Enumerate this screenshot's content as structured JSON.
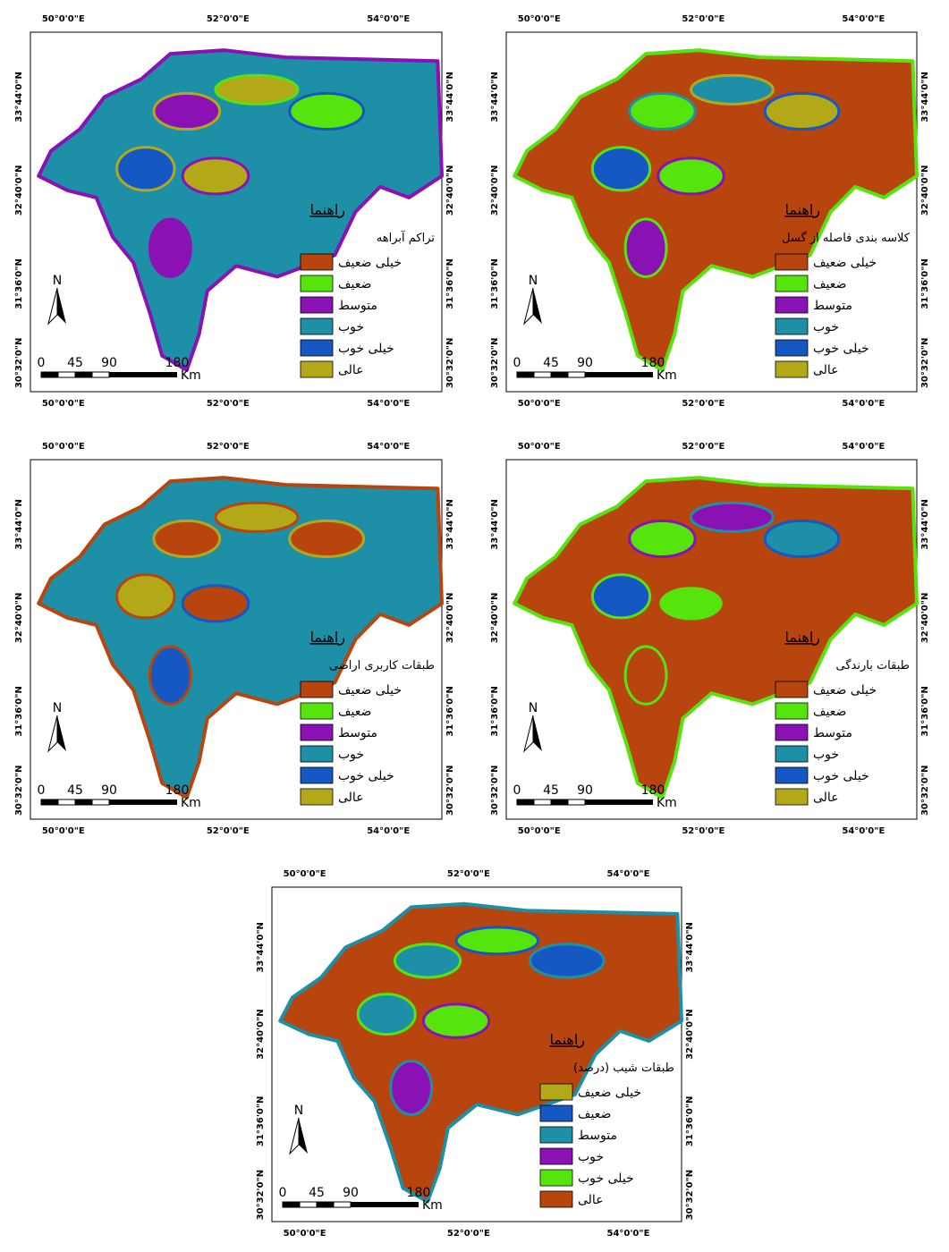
{
  "colors": {
    "very_weak": "#b8440e",
    "weak": "#56e40d",
    "medium": "#8a12b5",
    "good": "#1d8fa6",
    "very_good": "#1558c4",
    "excellent": "#b3a918"
  },
  "scale_bar": {
    "ticks": [
      "0",
      "45",
      "90",
      "180"
    ],
    "unit": "Km"
  },
  "north_label": "N",
  "maps": [
    {
      "id": "drainage-density",
      "legend_heading": "راهنما",
      "legend_title": "تراکم آبراهه",
      "classes": [
        {
          "label": "خیلی ضعیف",
          "color": "#b8440e"
        },
        {
          "label": "ضعیف",
          "color": "#56e40d"
        },
        {
          "label": "متوسط",
          "color": "#8a12b5"
        },
        {
          "label": "خوب",
          "color": "#1d8fa6"
        },
        {
          "label": "خیلی خوب",
          "color": "#1558c4"
        },
        {
          "label": "عالی",
          "color": "#b3a918"
        }
      ],
      "fill": "#1d8fa6",
      "patches": [
        "#8a12b5",
        "#b3a918",
        "#56e40d",
        "#1558c4",
        "#b3a918",
        "#8a12b5"
      ],
      "x_labels": [
        "50°0'0\"E",
        "52°0'0\"E",
        "54°0'0\"E"
      ],
      "y_labels": [
        "33°44'0\"N",
        "32°40'0\"N",
        "31°36'0\"N",
        "30°32'0\"N"
      ]
    },
    {
      "id": "fault-distance",
      "legend_heading": "راهنما",
      "legend_title": "کلاسه بندی فاصله از گسل",
      "classes": [
        {
          "label": "خیلی ضعیف",
          "color": "#b8440e"
        },
        {
          "label": "ضعیف",
          "color": "#56e40d"
        },
        {
          "label": "متوسط",
          "color": "#8a12b5"
        },
        {
          "label": "خوب",
          "color": "#1d8fa6"
        },
        {
          "label": "خیلی خوب",
          "color": "#1558c4"
        },
        {
          "label": "عالی",
          "color": "#b3a918"
        }
      ],
      "fill": "#b8440e",
      "patches": [
        "#56e40d",
        "#1d8fa6",
        "#b3a918",
        "#1558c4",
        "#56e40d",
        "#8a12b5"
      ],
      "x_labels": [
        "50°0'0\"E",
        "52°0'0\"E",
        "54°0'0\"E"
      ],
      "y_labels": [
        "33°44'0\"N",
        "32°40'0\"N",
        "31°36'0\"N",
        "30°32'0\"N"
      ]
    },
    {
      "id": "land-use",
      "legend_heading": "راهنما",
      "legend_title": "طبقات کاربری اراضی",
      "classes": [
        {
          "label": "خیلی ضعیف",
          "color": "#b8440e"
        },
        {
          "label": "ضعیف",
          "color": "#56e40d"
        },
        {
          "label": "متوسط",
          "color": "#8a12b5"
        },
        {
          "label": "خوب",
          "color": "#1d8fa6"
        },
        {
          "label": "خیلی خوب",
          "color": "#1558c4"
        },
        {
          "label": "عالی",
          "color": "#b3a918"
        }
      ],
      "fill": "#1d8fa6",
      "patches": [
        "#b8440e",
        "#b3a918",
        "#b8440e",
        "#b3a918",
        "#b8440e",
        "#1558c4"
      ],
      "x_labels": [
        "50°0'0\"E",
        "52°0'0\"E",
        "54°0'0\"E"
      ],
      "y_labels": [
        "33°44'0\"N",
        "32°40'0\"N",
        "31°36'0\"N",
        "30°32'0\"N"
      ]
    },
    {
      "id": "precipitation",
      "legend_heading": "راهنما",
      "legend_title": "طبقات بارندگی",
      "classes": [
        {
          "label": "خیلی ضعیف",
          "color": "#b8440e"
        },
        {
          "label": "ضعیف",
          "color": "#56e40d"
        },
        {
          "label": "متوسط",
          "color": "#8a12b5"
        },
        {
          "label": "خوب",
          "color": "#1d8fa6"
        },
        {
          "label": "خیلی خوب",
          "color": "#1558c4"
        },
        {
          "label": "عالی",
          "color": "#b3a918"
        }
      ],
      "fill": "#b8440e",
      "patches": [
        "#56e40d",
        "#8a12b5",
        "#1d8fa6",
        "#1558c4",
        "#56e40d",
        "#b8440e"
      ],
      "x_labels": [
        "50°0'0\"E",
        "52°0'0\"E",
        "54°0'0\"E"
      ],
      "y_labels": [
        "33°44'0\"N",
        "32°40'0\"N",
        "31°36'0\"N",
        "30°32'0\"N"
      ]
    },
    {
      "id": "slope",
      "legend_heading": "راهنما",
      "legend_title": "طبقات شیب (درصد)",
      "classes": [
        {
          "label": "خیلی ضعیف",
          "color": "#b3a918"
        },
        {
          "label": "ضعیف",
          "color": "#1558c4"
        },
        {
          "label": "متوسط",
          "color": "#1d8fa6"
        },
        {
          "label": "خوب",
          "color": "#8a12b5"
        },
        {
          "label": "خیلی خوب",
          "color": "#56e40d"
        },
        {
          "label": "عالی",
          "color": "#b8440e"
        }
      ],
      "fill": "#b8440e",
      "patches": [
        "#1d8fa6",
        "#56e40d",
        "#1558c4",
        "#1d8fa6",
        "#56e40d",
        "#8a12b5"
      ],
      "x_labels": [
        "50°0'0\"E",
        "52°0'0\"E",
        "54°0'0\"E"
      ],
      "y_labels": [
        "33°44'0\"N",
        "32°40'0\"N",
        "31°36'0\"N",
        "30°32'0\"N"
      ]
    }
  ]
}
